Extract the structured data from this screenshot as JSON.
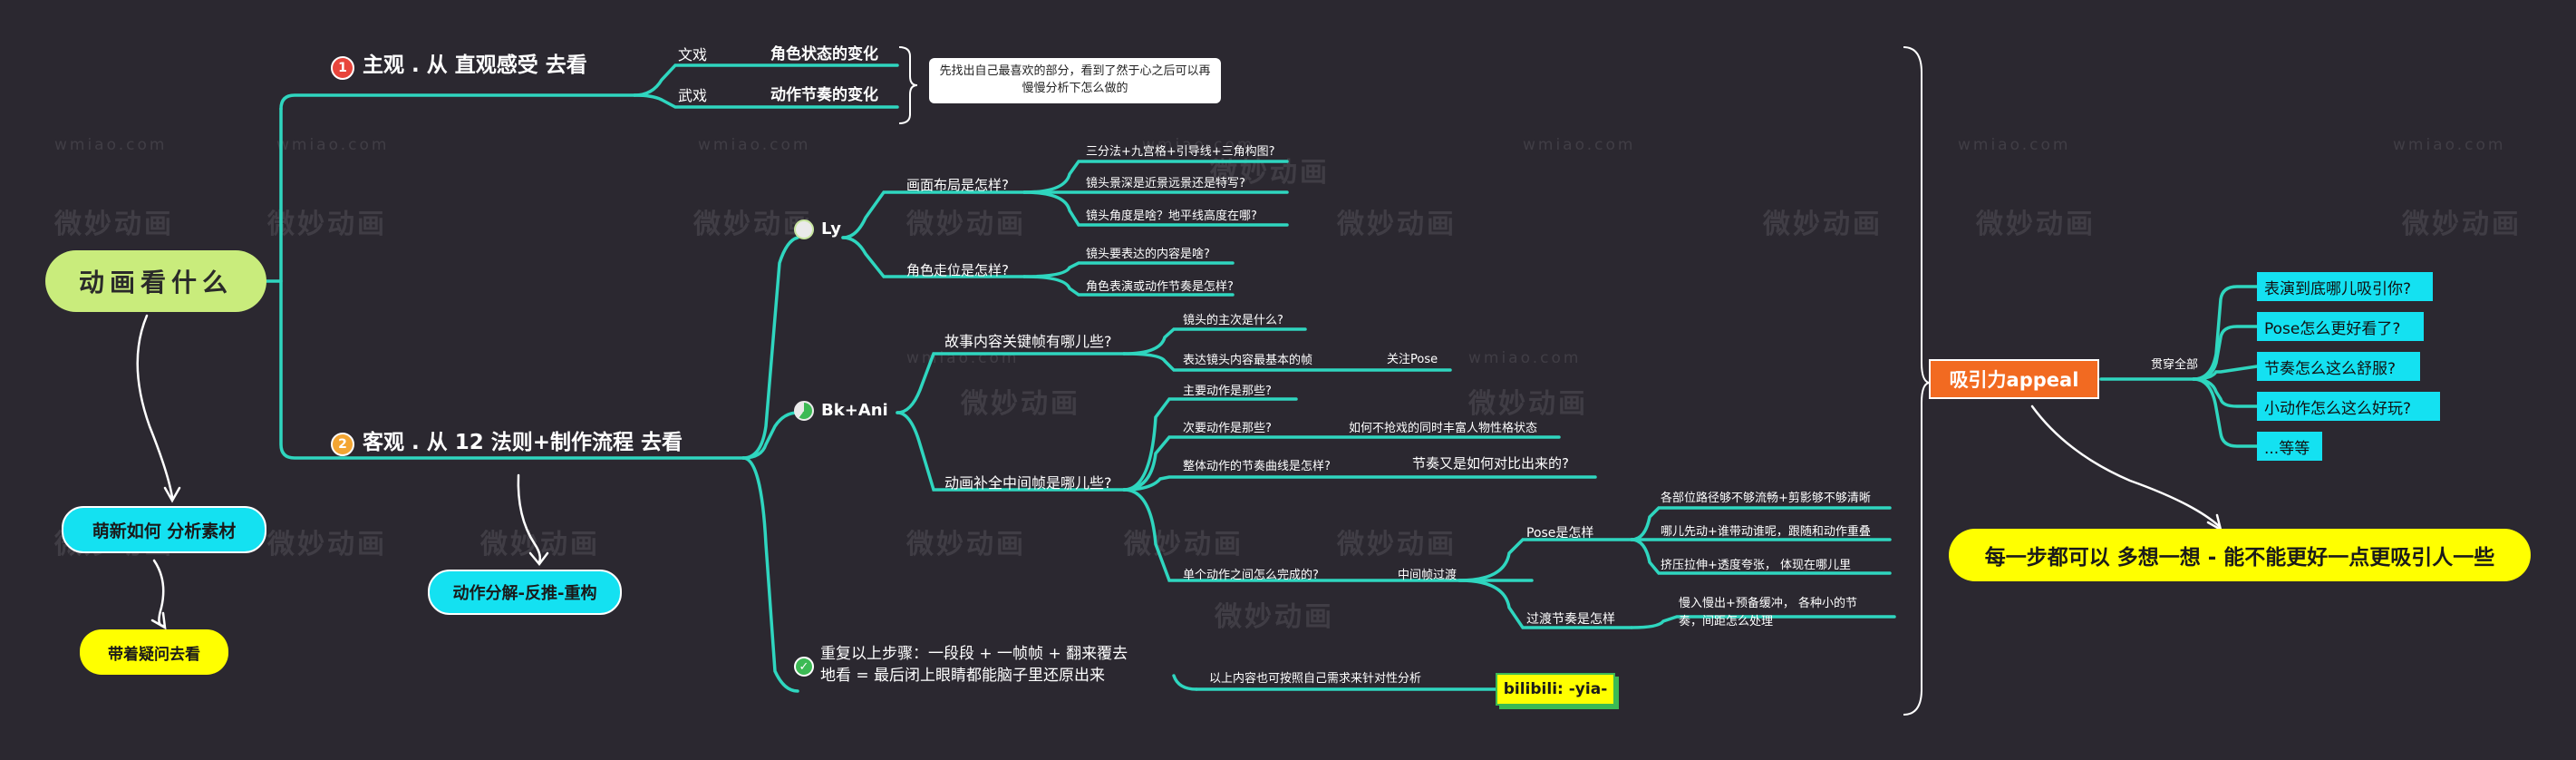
{
  "watermark": {
    "brand": "微妙动画",
    "url": "wmiao.com"
  },
  "root": {
    "label": "动画看什么"
  },
  "left_chain": {
    "analyze": "萌新如何 分析素材",
    "question": "带着疑问去看"
  },
  "subjective": {
    "badge": "1",
    "title": "主观 . 从 直观感受 去看",
    "items": [
      {
        "label": "文戏",
        "value": "角色状态的变化"
      },
      {
        "label": "武戏",
        "value": "动作节奏的变化"
      }
    ],
    "note": "先找出自己最喜欢的部分，看到了然于心之后可以再慢慢分析下怎么做的"
  },
  "objective": {
    "badge": "2",
    "title": "客观 . 从 12 法则+制作流程 去看",
    "method": "动作分解-反推-重构"
  },
  "ly": {
    "label": "Ly",
    "layout_q": "画面布局是怎样?",
    "layout_items": [
      "三分法+九宫格+引导线+三角构图?",
      "镜头景深是近景远景还是特写?",
      "镜头角度是啥？地平线高度在哪?"
    ],
    "position_q": "角色走位是怎样?",
    "position_items": [
      "镜头要表达的内容是啥?",
      "角色表演或动作节奏是怎样?"
    ]
  },
  "bk": {
    "label": "Bk+Ani",
    "key_q": "故事内容关键帧有哪儿些?",
    "key_items": [
      "镜头的主次是什么?",
      "表达镜头内容最基本的帧"
    ],
    "key_pose": "关注Pose",
    "inbetween_q": "动画补全中间帧是哪儿些?",
    "main_action": "主要动作是那些?",
    "secondary_action": "次要动作是那些?",
    "secondary_note": "如何不抢戏的同时丰富人物性格状态",
    "curve": "整体动作的节奏曲线是怎样?",
    "curve_note": "节奏又是如何对比出来的?",
    "single": "单个动作之间怎么完成的?",
    "transition": "中间帧过渡",
    "pose_title": "Pose是怎样",
    "pose_items": [
      "各部位路径够不够流畅+剪影够不够清晰",
      "哪儿先动+谁带动谁呢，跟随和动作重叠",
      "挤压拉伸+透度夸张，  体现在哪儿里"
    ],
    "rhythm_title": "过渡节奏是怎样",
    "rhythm_note": "慢入慢出+预备缓冲，  各种小的节奏，间距怎么处理"
  },
  "repeat": {
    "line1": "重复以上步骤：一段段 + 一帧帧 + 翻来覆去",
    "line2": "地看 = 最后闭上眼睛都能脑子里还原出来",
    "footnote": "以上内容也可按照自己需求来针对性分析",
    "credit": "bilibili: -yia-"
  },
  "appeal": {
    "label": "吸引力appeal",
    "connector": "贯穿全部",
    "items": [
      "表演到底哪儿吸引你?",
      "Pose怎么更好看了?",
      "节奏怎么这么舒服?",
      "小动作怎么这么好玩?",
      "...等等"
    ],
    "summary": "每一步都可以 多想一想 - 能不能更好一点更吸引人一些"
  },
  "colors": {
    "background": "#2b2830",
    "line": "#2fd6bf",
    "root_pill": "#c9ec7c",
    "cyan": "#14e1f1",
    "yellow": "#ffff00",
    "orange": "#f26a21",
    "badge_red": "#e8453c",
    "badge_orange": "#f3a532",
    "badge_green": "#3cba54"
  }
}
